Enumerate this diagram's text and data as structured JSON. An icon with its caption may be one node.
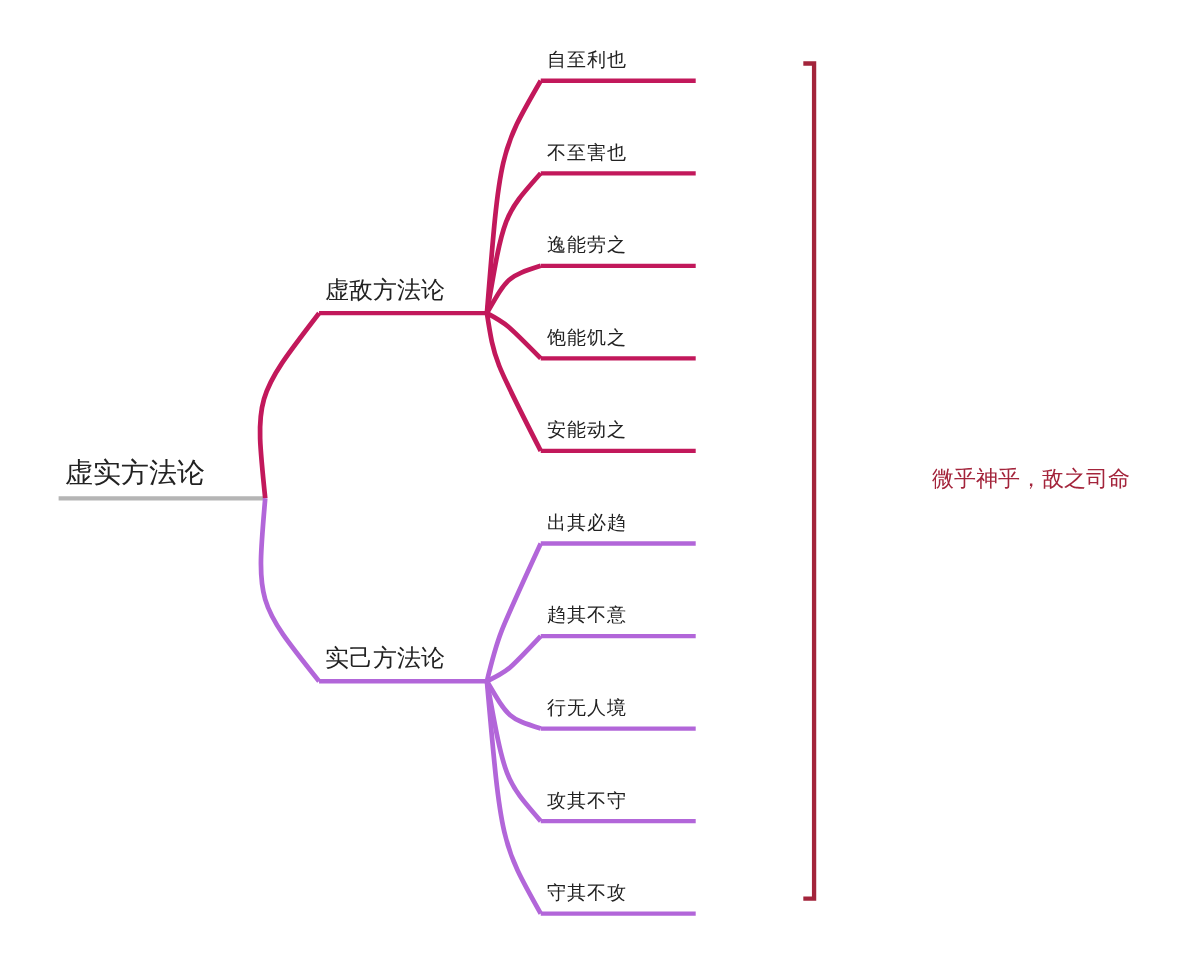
{
  "diagram": {
    "nodes": [
      {
        "text": [
          "虚实方法论"
        ]
      },
      {
        "text": [
          "虚敌方法论"
        ]
      },
      {
        "text": [
          "自至利也"
        ]
      },
      {
        "text": [
          "不至害也"
        ]
      },
      {
        "text": [
          "逸能劳之"
        ]
      },
      {
        "text": [
          "饱能饥之"
        ]
      },
      {
        "text": [
          "安能动之"
        ]
      },
      {
        "text": [
          "实己方法论"
        ]
      },
      {
        "text": [
          "出其必趋"
        ]
      },
      {
        "text": [
          "趋其不意"
        ]
      },
      {
        "text": [
          "行无人境"
        ]
      },
      {
        "text": [
          "攻其不守"
        ]
      },
      {
        "text": [
          "守其不攻"
        ]
      }
    ],
    "edges": [
      {
        "from": 0,
        "to": 1,
        "arrow": "none"
      },
      {
        "from": 1,
        "to": 2,
        "arrow": "none"
      },
      {
        "from": 1,
        "to": 3,
        "arrow": "none"
      },
      {
        "from": 1,
        "to": 4,
        "arrow": "none"
      },
      {
        "from": 1,
        "to": 5,
        "arrow": "none"
      },
      {
        "from": 1,
        "to": 6,
        "arrow": "none"
      },
      {
        "from": 0,
        "to": 7,
        "arrow": "none",
        "color": "#b266d9"
      },
      {
        "from": 7,
        "to": 8,
        "arrow": "none",
        "color": "#b266d9"
      },
      {
        "from": 7,
        "to": 9,
        "arrow": "none",
        "color": "#b266d9"
      },
      {
        "from": 7,
        "to": 10,
        "arrow": "none",
        "color": "#b266d9"
      },
      {
        "from": 7,
        "to": 11,
        "arrow": "none",
        "color": "#b266d9"
      },
      {
        "from": 7,
        "to": 12,
        "arrow": "none",
        "color": "#b266d9"
      }
    ],
    "labels": [
      "微乎神乎，敌之司命"
    ]
  }
}
